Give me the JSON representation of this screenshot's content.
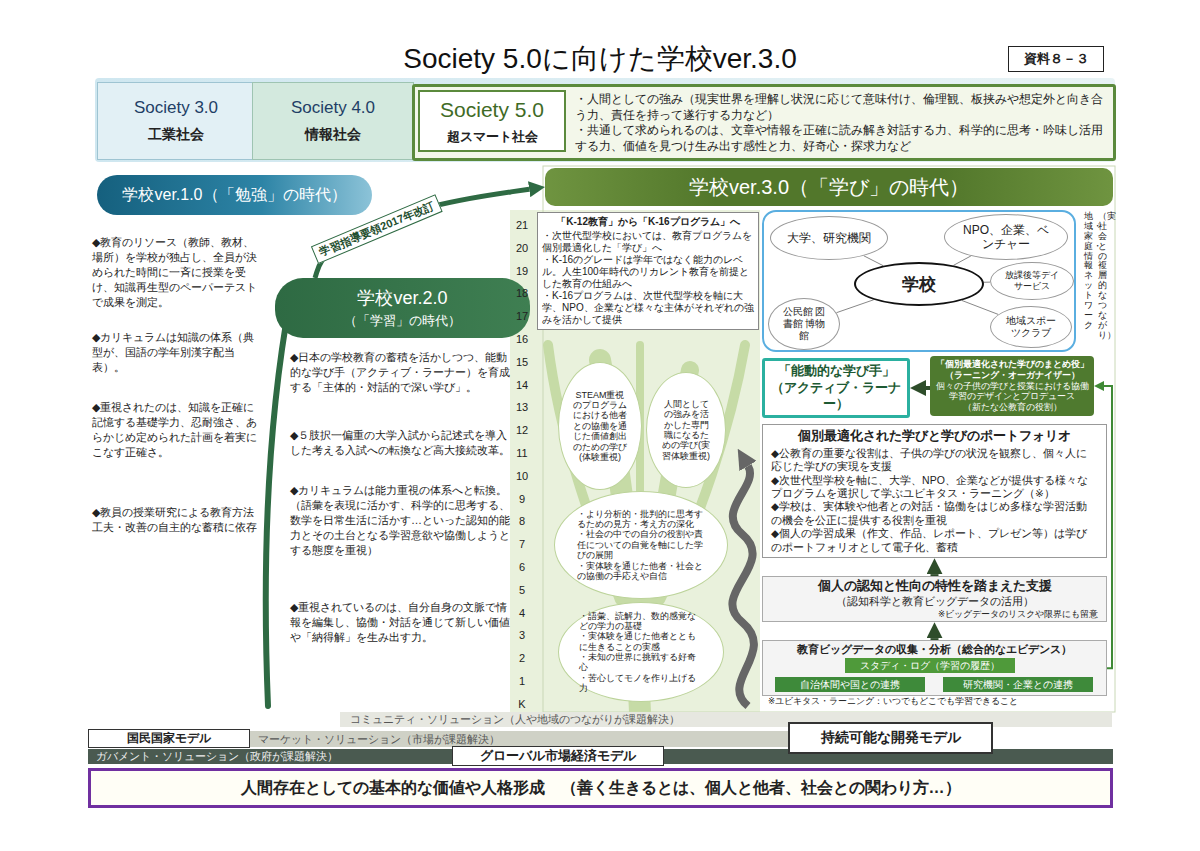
{
  "diagram": {
    "title": "Society 5.0に向けた学校ver.3.0",
    "nodes": [
      {
        "text": [
          "資料８－３"
        ]
      },
      {
        "text": [
          "Society 3.0",
          "工業社会"
        ]
      },
      {
        "text": [
          "Society 4.0",
          "情報社会"
        ]
      },
      {
        "text": [
          "・人間としての強み（現実世界を理解し状況に応じて意味付け、倫理観、板挟みや想定外と向き合う力、責任を持って遂行する力など）",
          "・共通して求められるのは、文章や情報を正確に読み解き対話する力、科学的に思考・吟味し活用する力、価値を見つけ生み出す感性と力、好奇心・探求力など"
        ]
      },
      {
        "text": [
          "Society 5.0",
          "超スマート社会"
        ],
        "in": 3
      },
      {
        "text": [
          "学校ver.1.0（「勉強」の時代）"
        ]
      },
      {
        "text": [
          "学校ver.2.0",
          "（「学習」の時代）"
        ]
      },
      {
        "text": [
          "学校ver.3.0（「学び」の時代）"
        ]
      },
      {
        "text": [
          "「K-12教育」から「K-16プログラム」へ",
          "・次世代型学校においては、教育プログラムを個別最適化した「学び」へ",
          "・K-16のグレードは学年ではなく能力のレベル。人生100年時代のリカレント教育を前提とした教育の仕組みへ",
          "・K-16プログラムは、次世代型学校を軸に大学、NPO、企業など様々な主体がそれぞれの強みを活かして提供"
        ]
      },
      {
        "text": [
          "STEAM重視のプログラムにおける他者との協働を通じた価値創出のための学び(体験重視)"
        ]
      },
      {
        "text": [
          "人間としての強みを活かした専門職になるための学び(実習体験重視)"
        ]
      },
      {
        "text": [
          "・より分析的・批判的に思考するための見方・考え方の深化",
          "・社会の中での自分の役割や責任についての自覚を軸にした学びの展開",
          "・実体験を通じた他者・社会との協働の手応えや自信"
        ]
      },
      {
        "text": [
          "・語彙、読解力、数的感覚などの学力の基礎",
          "・実体験を通じた他者とともに生きることの実感",
          "・未知の世界に挑戦する好奇心",
          "・苦心してモノを作り上げる力"
        ]
      },
      {
        "text": [
          "地域・家庭・情報ネットワーク",
          "（実社会との複層的なつながり）"
        ]
      },
      {
        "text": [
          "大学、研究機関"
        ],
        "in": 13
      },
      {
        "text": [
          "NPO、企業、ベンチャー"
        ],
        "in": 13
      },
      {
        "text": [
          "学校"
        ],
        "in": 13
      },
      {
        "text": [
          "放課後等デイサービス"
        ],
        "in": 13
      },
      {
        "text": [
          "公民館 図書館 博物館"
        ],
        "in": 13
      },
      {
        "text": [
          "地域スポーツクラブ"
        ],
        "in": 13
      },
      {
        "text": [
          "「能動的な学び手」",
          "（アクティブ・ラーナー）"
        ]
      },
      {
        "text": [
          "「個別最適化された学びのまとめ役」",
          "（ラーニング・オーガナイザー）",
          "個々の子供の学びと授業における協働学習のデザインとプロデュース",
          "（新たな公教育の役割）"
        ]
      },
      {
        "text": [
          "個別最適化された学びと学びのポートフォリオ",
          "◆公教育の重要な役割は、子供の学びの状況を観察し、個々人に応じた学びの実現を支援",
          "◆次世代型学校を軸に、大学、NPO、企業などが提供する様々なプログラムを選択して学ぶユビキタス・ラーニング（※）",
          "◆学校は、実体験や他者との対話・協働をはじめ多様な学習活動の機会を公正に提供する役割を重視",
          "◆個人の学習成果（作文、作品、レポート、プレゼン等）は学びのポートフォリオとして電子化、蓄積"
        ]
      },
      {
        "text": [
          "個人の認知と性向の特性を踏まえた支援",
          "（認知科学と教育ビッグデータの活用）",
          "※ビッグデータのリスクや限界にも留意"
        ]
      },
      {
        "text": [
          "教育ビッグデータの収集・分析（総合的なエビデンス）"
        ]
      },
      {
        "text": [
          "スタディ・ログ（学習の履歴）"
        ],
        "in": 24
      },
      {
        "text": [
          "自治体間や国との連携"
        ],
        "in": 24
      },
      {
        "text": [
          "研究機関・企業との連携"
        ],
        "in": 24
      },
      {
        "text": [
          "コミュニティ・ソリューション（人や地域のつながりが課題解決）"
        ]
      },
      {
        "text": [
          "国民国家モデル"
        ]
      },
      {
        "text": [
          "マーケット・ソリューション（市場が課題解決）"
        ]
      },
      {
        "text": [
          "持続可能な開発モデル"
        ]
      },
      {
        "text": [
          "ガバメント・ソリューション（政府が課題解決）"
        ]
      },
      {
        "text": [
          "グローバル市場経済モデル"
        ]
      },
      {
        "text": [
          "人間存在としての基本的な価値や人格形成　（善く生きるとは、個人と他者、社会との関わり方…）"
        ]
      }
    ],
    "edges": [
      {
        "from": 6,
        "to": 7,
        "arrow": "to",
        "label": "学習指導要領2017年改訂"
      },
      {
        "from": 16,
        "to": 14,
        "arrow": "none"
      },
      {
        "from": 16,
        "to": 15,
        "arrow": "none"
      },
      {
        "from": 16,
        "to": 17,
        "arrow": "none"
      },
      {
        "from": 16,
        "to": 18,
        "arrow": "none"
      },
      {
        "from": 16,
        "to": 19,
        "arrow": "none"
      },
      {
        "from": 21,
        "to": 20,
        "arrow": "to"
      },
      {
        "from": 23,
        "to": 22,
        "arrow": "to"
      },
      {
        "from": 24,
        "to": 23,
        "arrow": "to"
      },
      {
        "from": 24,
        "to": 21,
        "arrow": "to"
      }
    ],
    "labels": [
      "◆教育のリソース（教師、教材、場所）を学校が独占し、全員が決められた時間に一斉に授業を受け、知識再生型のペーパーテストで成果を測定。",
      "◆カリキュラムは知識の体系（典型が、国語の学年別漢字配当表）。",
      "◆重視されたのは、知識を正確に記憶する基礎学力、忍耐強さ、あらかじめ定められた計画を着実にこなす正確さ。",
      "◆教員の授業研究による教育方法工夫・改善の自主的な蓄積に依存",
      "◆日本の学校教育の蓄積を活かしつつ、能動的な学び手（アクティブ・ラーナー）を育成する「主体的・対話的で深い学び」。",
      "◆５肢択一偏重の大学入試から記述式を導入した考える入試への転換など高大接続改革。",
      "◆カリキュラムは能力重視の体系へと転換。（語彙を表現に活かす、科学的に思考する、数学を日常生活に活かす…といった認知的能力とその土台となる学習意欲や協働しようとする態度を重視）",
      "◆重視されているのは、自分自身の文脈で情報を編集し、協働・対話を通じて新しい価値や「納得解」を生み出す力。",
      "21",
      "20",
      "19",
      "18",
      "17",
      "16",
      "15",
      "14",
      "13",
      "12",
      "11",
      "10",
      "9",
      "8",
      "7",
      "6",
      "5",
      "4",
      "3",
      "2",
      "1",
      "K",
      "※ユビキタス・ラーニング：いつでもどこでも学習できること"
    ]
  }
}
